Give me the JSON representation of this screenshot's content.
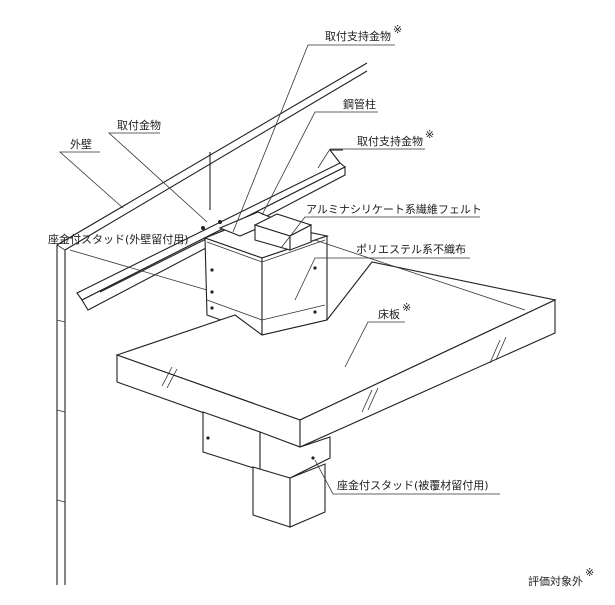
{
  "labels": {
    "support_bracket_top": "取付支持金物",
    "steel_column": "鋼管柱",
    "support_bracket_mid": "取付支持金物",
    "mounting_bracket": "取付金物",
    "exterior_wall": "外壁",
    "alumina_felt": "アルミナシリケート系繊維フェルト",
    "polyester_nonwoven": "ポリエステル系不織布",
    "stud_wall": "座金付スタッド(外壁留付用)",
    "floor_slab": "床板",
    "stud_cover": "座金付スタッド(被覆材留付用)",
    "not_evaluated": "評価対象外",
    "note_mark": "※"
  }
}
